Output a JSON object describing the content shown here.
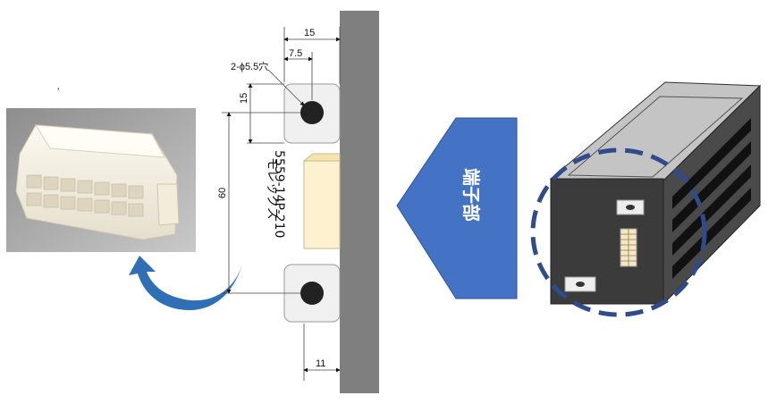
{
  "connector_photo": {
    "tick_mark": "’"
  },
  "drawing": {
    "dim_top_width": "15",
    "dim_hole_offset": "7.5",
    "hole_callout": "2-ϕ5.5穴",
    "dim_upper_height": "15",
    "dim_pitch": "60",
    "maker_label": "モレックス",
    "part_number": "5559-14P-210",
    "dim_bottom_width": "11"
  },
  "terminal_arrow": {
    "label": "端子部",
    "color": "#4472C4"
  },
  "colors": {
    "wall": "#7f7f7f",
    "connector_body": "#fdf1cf",
    "highlight_ellipse": "#2f4b8c",
    "curved_arrow": "#2f6fb5"
  }
}
